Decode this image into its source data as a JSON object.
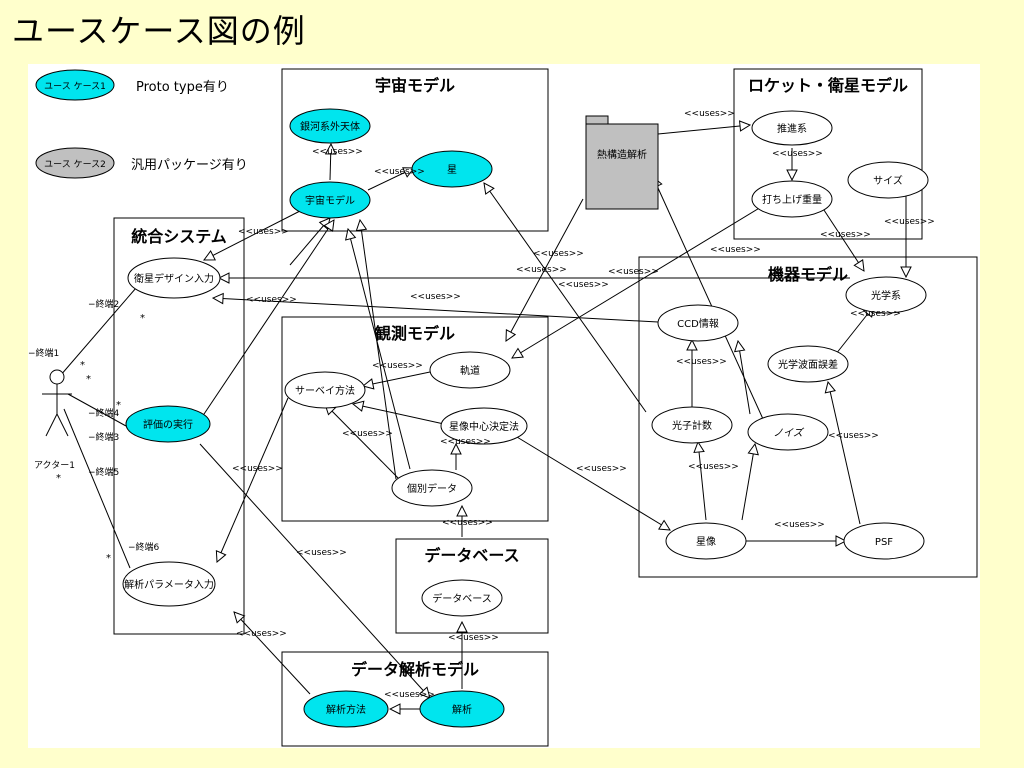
{
  "page": {
    "title": "ユースケース図の例"
  },
  "legend": {
    "sample1": "ユース ケース1",
    "sample1_desc": "Proto type有り",
    "sample2": "ユース ケース2",
    "sample2_desc": "汎用パッケージ有り"
  },
  "packages": {
    "space": "宇宙モデル",
    "rocket": "ロケット・衛星モデル",
    "integrated": "統合システム",
    "observation": "観測モデル",
    "equipment": "機器モデル",
    "database": "データベース",
    "analysis": "データ解析モデル"
  },
  "usecases": {
    "galaxy": "銀河系外天体",
    "universe_model": "宇宙モデル",
    "star": "星",
    "propulsion": "推進系",
    "launch_weight": "打ち上げ重量",
    "size": "サイズ",
    "thermal": "熱構造解析",
    "sat_design": "衛星デザイン入力",
    "eval_exec": "評価の実行",
    "param_input": "解析パラメータ入力",
    "orbit": "軌道",
    "survey": "サーベイ方法",
    "star_center": "星像中心決定法",
    "individual": "個別データ",
    "optics": "光学系",
    "ccd": "CCD情報",
    "wavefront": "光学波面誤差",
    "photon": "光子計数",
    "noise": "ノイズ",
    "star_image": "星像",
    "psf": "PSF",
    "database_uc": "データベース",
    "method": "解析方法",
    "analysis_uc": "解析"
  },
  "actor": {
    "name": "アクター1",
    "ends": [
      "−終端1",
      "−終端2",
      "−終端3",
      "−終端4",
      "−終端5",
      "−終端6"
    ],
    "mult": "*"
  },
  "stereo": {
    "uses": "<<uses>>"
  },
  "colors": {
    "cyan": "#00e5ee",
    "gray": "#c0c0c0",
    "bg": "#ffffcc"
  }
}
